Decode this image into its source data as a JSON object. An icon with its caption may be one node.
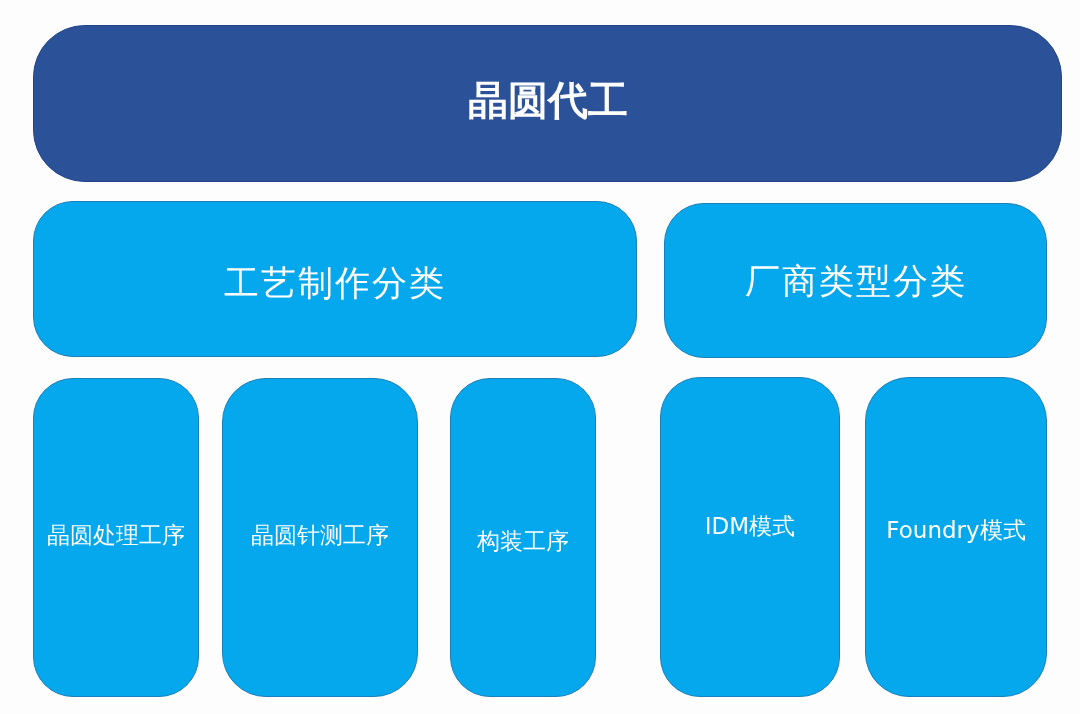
{
  "diagram": {
    "nodes": [
      {
        "text": [
          "晶圆代工"
        ]
      },
      {
        "text": [
          "工艺制作分类"
        ]
      },
      {
        "text": [
          "厂商类型分类"
        ]
      },
      {
        "text": [
          "晶圆处理工序"
        ]
      },
      {
        "text": [
          "晶圆针测工序"
        ]
      },
      {
        "text": [
          "构装工序"
        ]
      },
      {
        "text": [
          "IDM模式"
        ]
      },
      {
        "text": [
          "Foundry模式"
        ]
      }
    ]
  }
}
